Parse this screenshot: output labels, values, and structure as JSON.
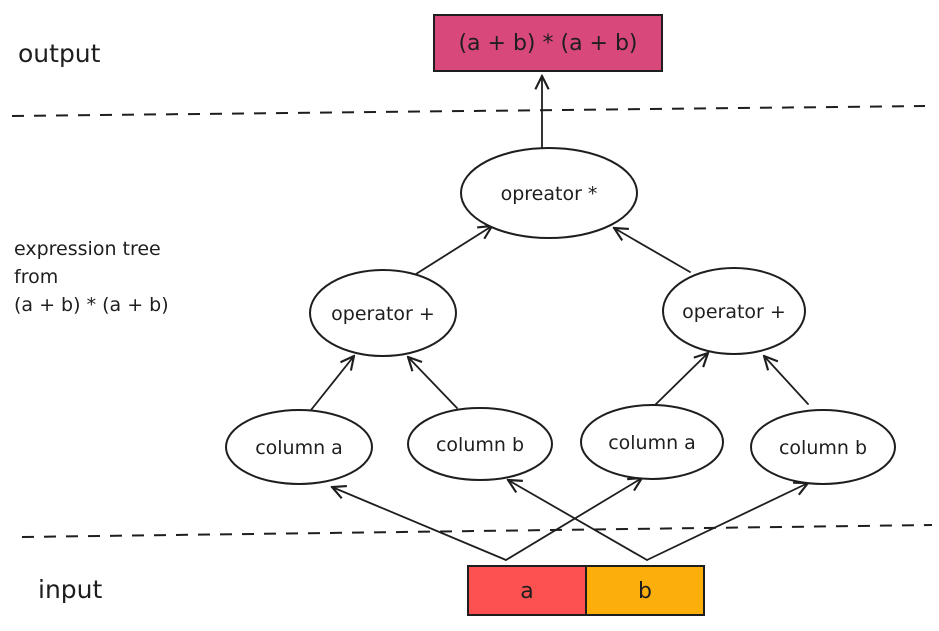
{
  "labels": {
    "output": "output",
    "input": "input"
  },
  "side_note": {
    "line1": "expression tree",
    "line2": "from",
    "line3": "(a + b) * (a + b)"
  },
  "output_box": {
    "text": "(a + b) * (a + b)",
    "color": "#d9487a"
  },
  "nodes": {
    "root": "opreator *",
    "op_left": "operator +",
    "op_right": "operator +",
    "col_a_left": "column a",
    "col_b_left": "column b",
    "col_a_right": "column a",
    "col_b_right": "column b"
  },
  "input_boxes": {
    "a": {
      "text": "a",
      "color": "#fc5151"
    },
    "b": {
      "text": "b",
      "color": "#fcaf0a"
    }
  }
}
